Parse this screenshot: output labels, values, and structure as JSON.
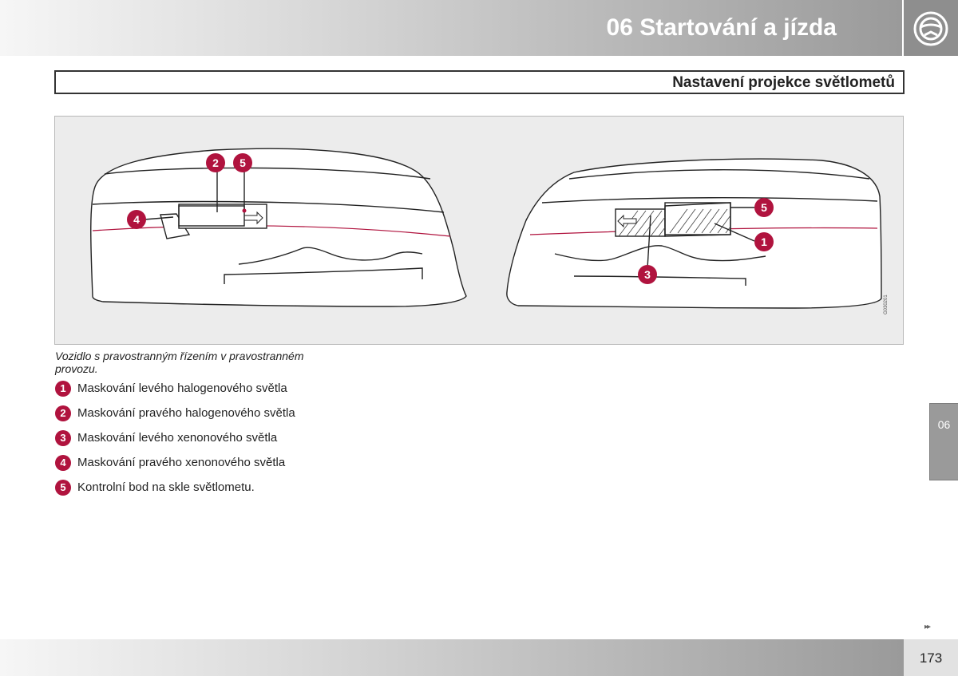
{
  "header": {
    "chapter_title": "06 Startování a jízda",
    "icon": "steering-wheel-icon"
  },
  "section": {
    "title": "Nastavení projekce světlometů"
  },
  "figure": {
    "code": "G030201",
    "callouts": {
      "left": [
        "2",
        "5",
        "4"
      ],
      "right": [
        "5",
        "1",
        "3"
      ]
    }
  },
  "caption": "Vozidlo s pravostranným řízením v pravostranném provozu.",
  "legend": [
    {
      "num": "1",
      "text": "Maskování levého halogenového světla"
    },
    {
      "num": "2",
      "text": "Maskování pravého halogenového světla"
    },
    {
      "num": "3",
      "text": "Maskování levého xenonového světla"
    },
    {
      "num": "4",
      "text": "Maskování pravého xenonového světla"
    },
    {
      "num": "5",
      "text": "Kontrolní bod na skle světlometu."
    }
  ],
  "side_tab": {
    "label": "06"
  },
  "footer": {
    "next_indicator": "▸▸",
    "page_number": "173"
  },
  "colors": {
    "accent": "#b0133e",
    "header_gray": "#9a9a9a"
  }
}
